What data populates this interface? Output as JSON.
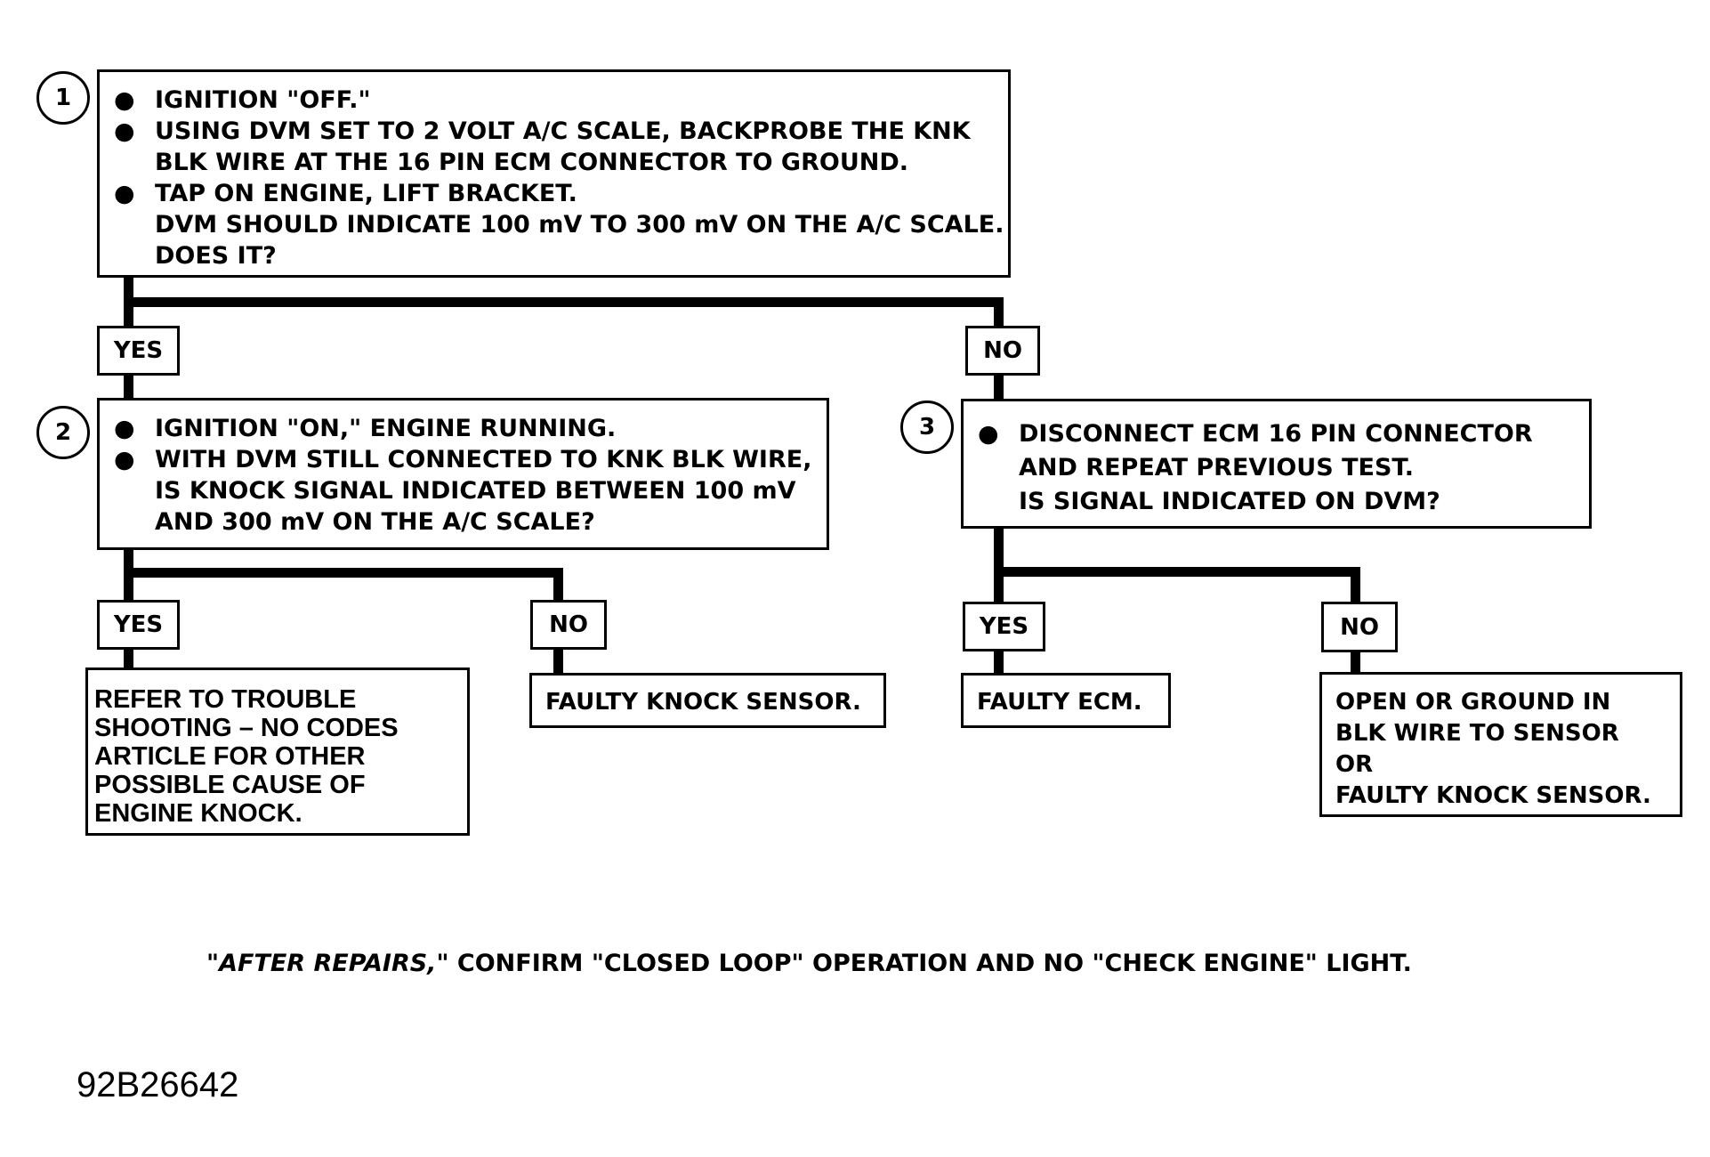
{
  "steps": [
    {
      "number": "1",
      "bullets": [
        "IGNITION \"OFF.\"",
        "USING DVM SET TO 2 VOLT A/C SCALE, BACKPROBE THE KNK BLK WIRE AT THE 16 PIN ECM CONNECTOR TO GROUND.",
        "TAP ON ENGINE, LIFT BRACKET."
      ],
      "text_after": "DVM SHOULD INDICATE 100 mV TO 300 mV ON THE A/C SCALE. DOES IT?"
    },
    {
      "number": "2",
      "bullets": [
        "IGNITION \"ON,\" ENGINE RUNNING.",
        "WITH DVM STILL CONNECTED TO KNK BLK WIRE, IS KNOCK SIGNAL INDICATED BETWEEN 100 mV AND 300 mV ON THE A/C SCALE?"
      ]
    },
    {
      "number": "3",
      "bullets": [
        "DISCONNECT ECM 16 PIN CONNECTOR AND REPEAT PREVIOUS TEST."
      ],
      "text_after": "IS SIGNAL INDICATED ON DVM?"
    }
  ],
  "branch_labels": {
    "yes": "YES",
    "no": "NO"
  },
  "outcomes": {
    "step2_yes": "REFER TO TROUBLE SHOOTING – NO CODES ARTICLE FOR OTHER POSSIBLE CAUSE OF ENGINE KNOCK.",
    "step2_no": "FAULTY KNOCK SENSOR.",
    "step3_yes": "FAULTY ECM.",
    "step3_no_line1": "OPEN OR GROUND IN BLK WIRE TO SENSOR",
    "step3_no_or": "OR",
    "step3_no_line2": "FAULTY KNOCK SENSOR."
  },
  "footer": {
    "italic_part": "\"AFTER REPAIRS,\"",
    "rest": " CONFIRM \"CLOSED LOOP\" OPERATION AND NO \"CHECK ENGINE\" LIGHT."
  },
  "figure_id": "92B26642",
  "bullet_glyph": "●"
}
